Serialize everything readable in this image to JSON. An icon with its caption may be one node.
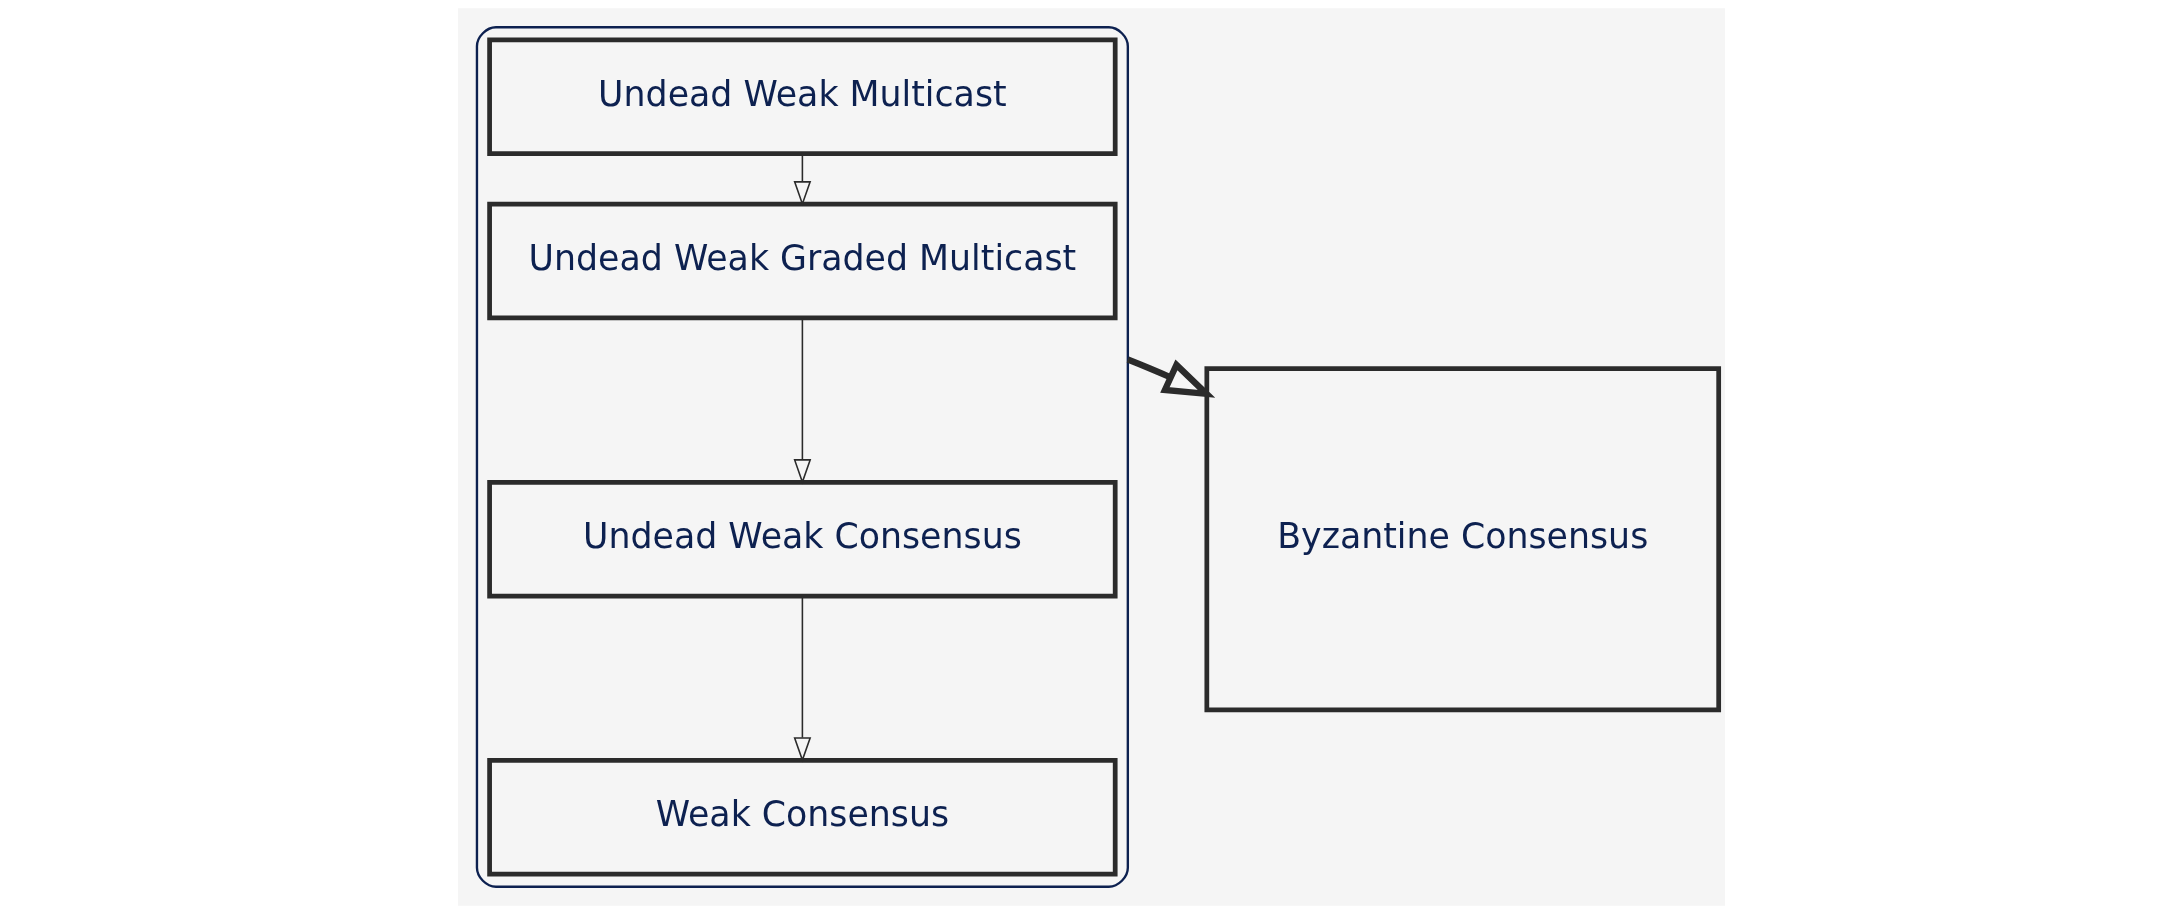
{
  "diagram": {
    "nodes": [
      {
        "text": [],
        "shape": "parentheses"
      },
      {
        "text": [
          "Undead Weak Multicast"
        ],
        "in": 0
      },
      {
        "text": [
          "Undead Weak Graded Multicast"
        ],
        "in": 0
      },
      {
        "text": [
          "Undead Weak Consensus"
        ],
        "in": 0
      },
      {
        "text": [
          "Weak Consensus"
        ],
        "in": 0
      },
      {
        "text": [
          "Byzantine Consensus"
        ]
      }
    ],
    "edges": [
      {
        "from": 1,
        "to": 2,
        "arrow": "to"
      },
      {
        "from": 2,
        "to": 3,
        "arrow": "to"
      },
      {
        "from": 3,
        "to": 4,
        "arrow": "to"
      },
      {
        "from": 0,
        "to": 5,
        "arrow": "to",
        "style": "thick"
      }
    ]
  }
}
